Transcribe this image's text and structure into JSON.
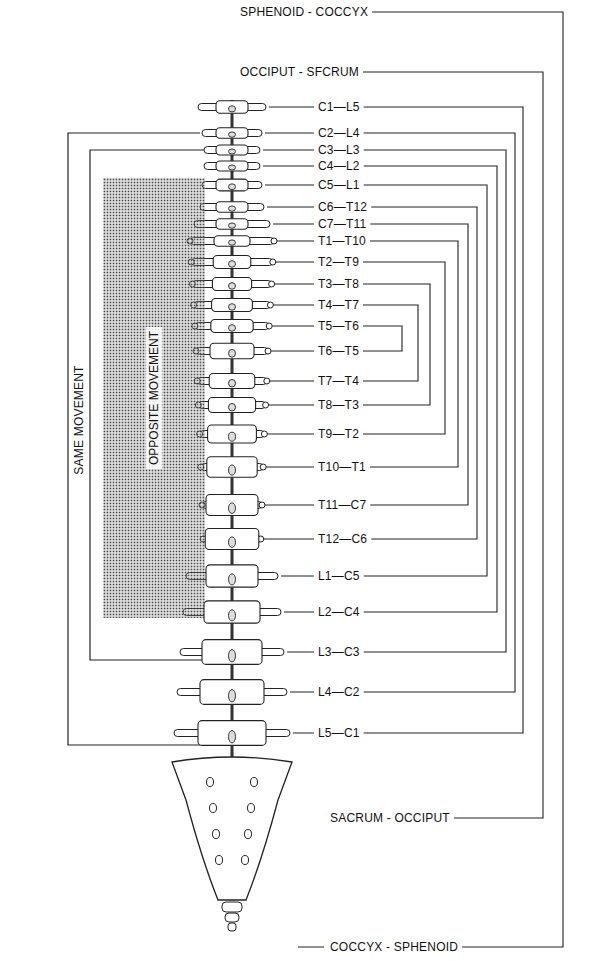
{
  "diagram": {
    "nodes": [
      {
        "text": [
          "OPPOSITE MOVEMENT"
        ]
      }
    ],
    "labels": [
      "SPHENOID - COCCYX",
      "OCCIPUT - SFCRUM",
      "C1—L5",
      "C2—L4",
      "C3—L3",
      "C4—L2",
      "C5—L1",
      "C6—T12",
      "C7—T11",
      "T1—T10",
      "T2—T9",
      "T3—T8",
      "T4—T7",
      "T5—T6",
      "T6—T5",
      "T7—T4",
      "T8—T3",
      "T9—T2",
      "T10—T1",
      "T11—C7",
      "T12—C6",
      "L1—C5",
      "L2—C4",
      "L3—C3",
      "L4—C2",
      "L5—C1",
      "SACRUM - OCCIPUT",
      "COCCYX - SPHENOID",
      "SAME MOVEMENT"
    ]
  }
}
